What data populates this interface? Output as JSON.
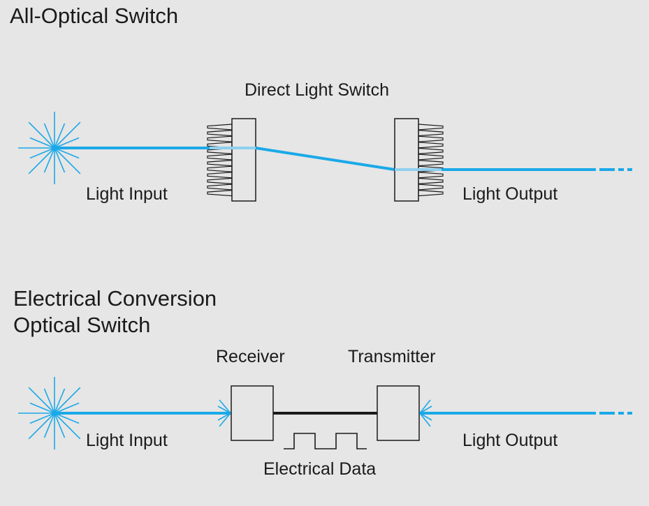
{
  "top_section": {
    "title": "All-Optical Switch",
    "switch_label": "Direct Light Switch",
    "input_label": "Light Input",
    "output_label": "Light Output"
  },
  "bottom_section": {
    "title_line1": "Electrical Conversion",
    "title_line2": "Optical Switch",
    "receiver_label": "Receiver",
    "transmitter_label": "Transmitter",
    "input_label": "Light Input",
    "output_label": "Light Output",
    "data_label": "Electrical Data"
  },
  "colors": {
    "background": "#e6e6e6",
    "beam": "#1aa9e8",
    "beam_faint": "#8fd0ef",
    "outline": "#1a1a1a",
    "box_fill": "#e6e6e6",
    "text": "#1a1a1a"
  }
}
